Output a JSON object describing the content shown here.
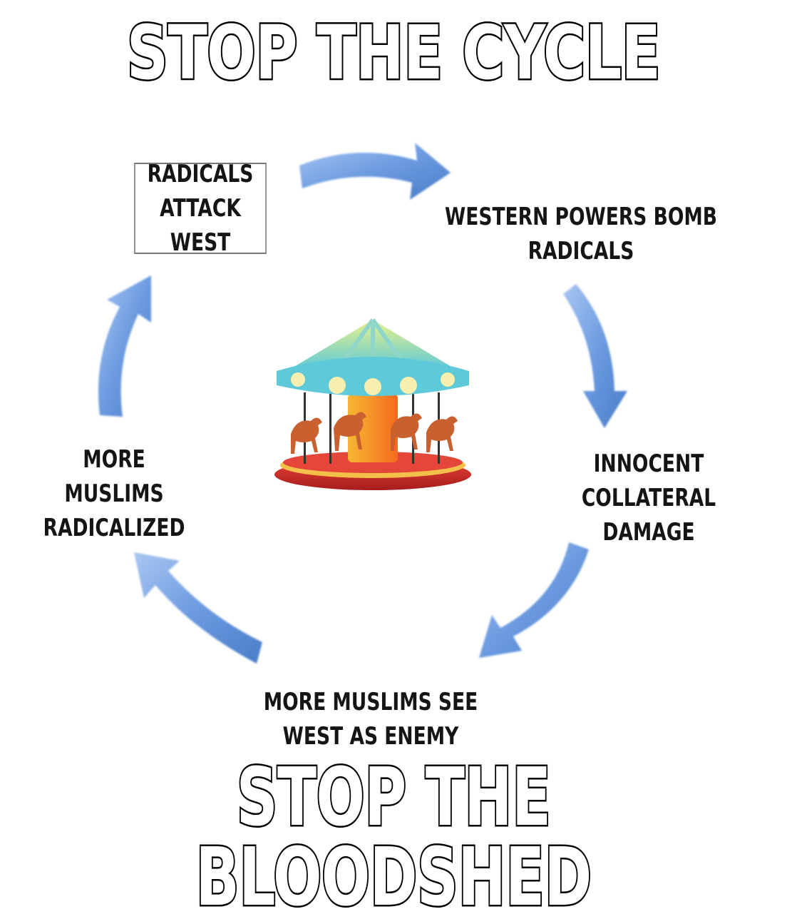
{
  "title_top": "STOP THE CYCLE",
  "title_bottom": "STOP THE BLOODSHED",
  "nodes": [
    {
      "line1": "RADICALS",
      "line2": "ATTACK WEST"
    },
    {
      "line1": "WESTERN POWERS BOMB",
      "line2": "RADICALS"
    },
    {
      "line1": "INNOCENT COLLATERAL",
      "line2": "DAMAGE"
    },
    {
      "line1": "MORE MUSLIMS SEE",
      "line2": "WEST AS ENEMY"
    },
    {
      "line1": "MORE MUSLIMS",
      "line2": "RADICALIZED"
    }
  ],
  "colors": {
    "arrow": "#6c9be0",
    "arrow_dark": "#4a7cc8",
    "text": "#151515"
  },
  "center_image": "carousel-illustration"
}
